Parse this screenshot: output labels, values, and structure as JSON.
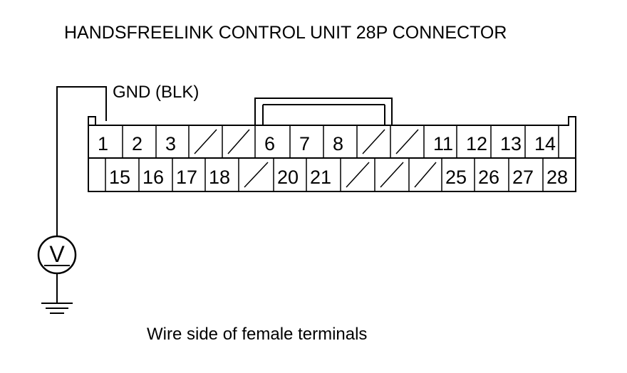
{
  "title": "HANDSFREELINK CONTROL UNIT 28P CONNECTOR",
  "ground_wire_label": "GND (BLK)",
  "meter_symbol": "V",
  "caption": "Wire side of female terminals",
  "connector": {
    "row1": [
      "1",
      "2",
      "3",
      "",
      "",
      "6",
      "7",
      "8",
      "",
      "",
      "11",
      "12",
      "13",
      "14",
      ""
    ],
    "row2": [
      "",
      "15",
      "16",
      "17",
      "18",
      "",
      "20",
      "21",
      "",
      "",
      "",
      "25",
      "26",
      "27",
      "28"
    ]
  }
}
